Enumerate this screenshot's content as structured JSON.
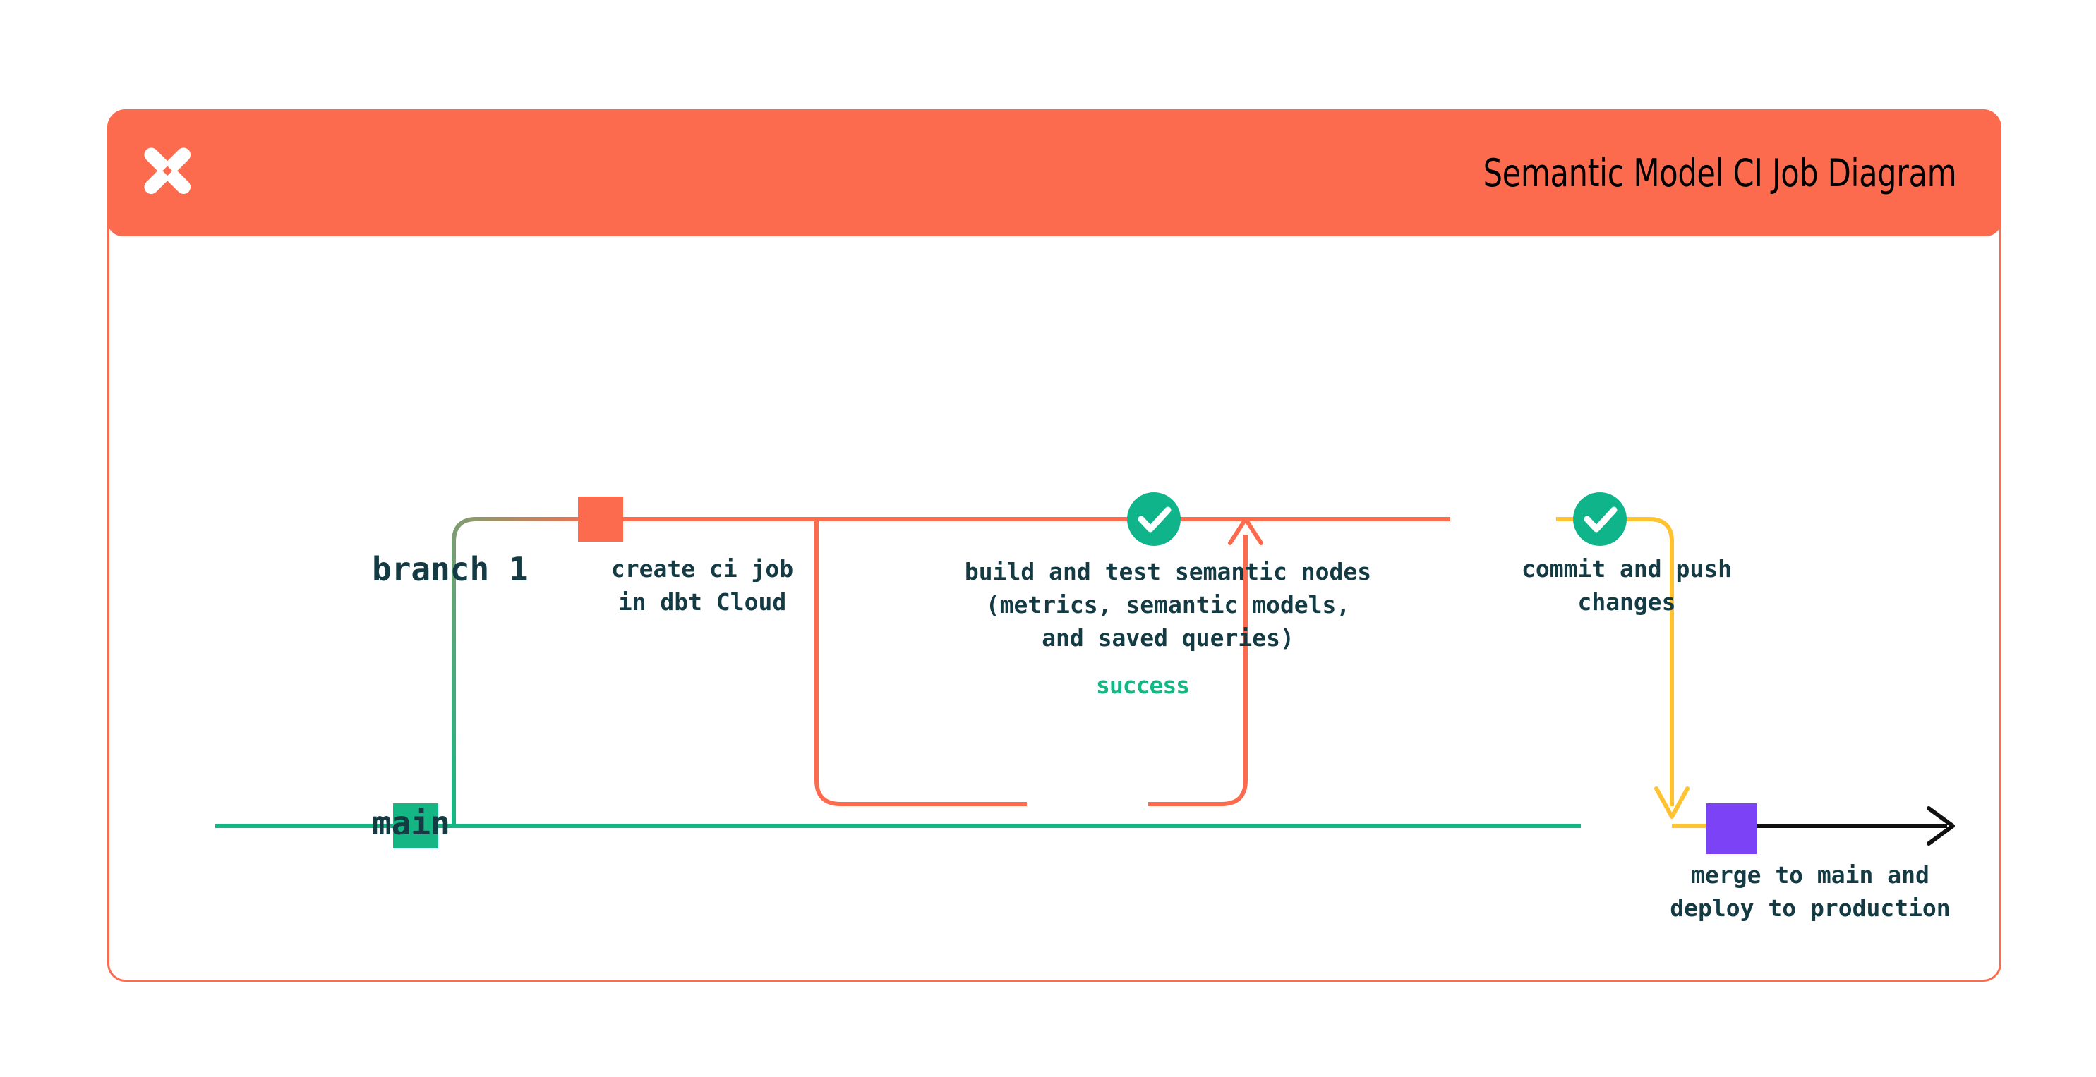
{
  "header": {
    "title": "Semantic Model CI Job Diagram",
    "logo_icon": "dbt-logo-icon",
    "background_color": "#FD6B4F",
    "title_color": "#000000"
  },
  "card": {
    "border_color": "#FD6B4F",
    "background_color": "#FFFFFF"
  },
  "diagram": {
    "type": "git-branch-flow",
    "lanes": [
      {
        "id": "branch-1",
        "label": "branch 1",
        "line_color": "#FD6B4F"
      },
      {
        "id": "main",
        "label": "main",
        "line_color": "#14b683"
      }
    ],
    "nodes": [
      {
        "id": "create-ci-job",
        "label": "create ci job\nin dbt Cloud",
        "marker": "square",
        "marker_color": "#FD6B4F",
        "lane": "branch-1"
      },
      {
        "id": "build-and-test",
        "label": "build and test semantic nodes\n(metrics, semantic models,\nand saved queries)",
        "marker": "check-circle",
        "marker_color": "#0FB48A",
        "lane": "branch-1"
      },
      {
        "id": "commit-and-push",
        "label": "commit and push\nchanges",
        "marker": "check-circle",
        "marker_color": "#0FB48A",
        "lane": "branch-1"
      },
      {
        "id": "merge-to-main",
        "label": "merge to main and\ndeploy to production",
        "marker": "square",
        "marker_color": "#7B42F6",
        "lane": "main"
      }
    ],
    "edges": [
      {
        "id": "success-loop",
        "label": "success",
        "label_color": "#14b683",
        "line_color": "#FD6B4F"
      },
      {
        "id": "merge-arrow",
        "label": "",
        "line_color": "#FFC230"
      },
      {
        "id": "production-arrow",
        "label": "",
        "line_color": "#111111"
      }
    ],
    "colors": {
      "orange": "#FD6B4F",
      "green": "#14b683",
      "teal_text": "#143b44",
      "yellow": "#FFC230",
      "purple": "#7B42F6",
      "black": "#111111"
    }
  }
}
